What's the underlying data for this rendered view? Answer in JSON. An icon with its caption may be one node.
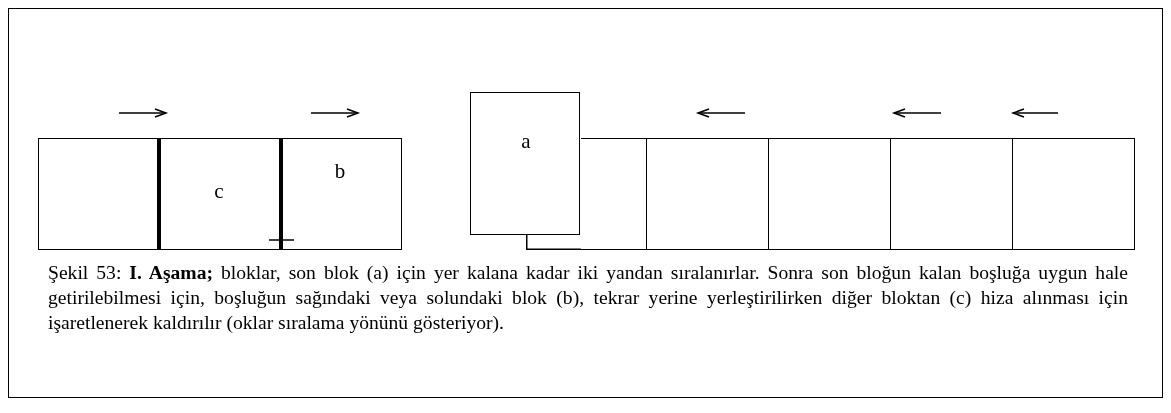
{
  "diagram": {
    "caption": "Şekil 53: **I. Aşama;** bloklar, son blok (a) için yer kalana kadar iki yandan sıralanırlar. Sonra son bloğun kalan boşluğa uygun hale getirilebilmesi için, boşluğun sağındaki veya solundaki blok (b), tekrar yerine yerleştirilirken diğer bloktan (c) hiza alınması için işaretlenerek kaldırılır (oklar sıralama yönünü gösteriyor).",
    "nodes": [
      {
        "text": [],
        "shape": "box"
      },
      {
        "text": [
          "c"
        ]
      },
      {
        "text": [
          "b"
        ]
      },
      {
        "text": [
          "a"
        ]
      },
      {
        "text": [],
        "shape": "box"
      },
      {
        "text": [],
        "shape": "box"
      },
      {
        "text": [],
        "shape": "box"
      },
      {
        "text": [],
        "shape": "box"
      },
      {
        "text": [],
        "shape": "box"
      }
    ]
  }
}
